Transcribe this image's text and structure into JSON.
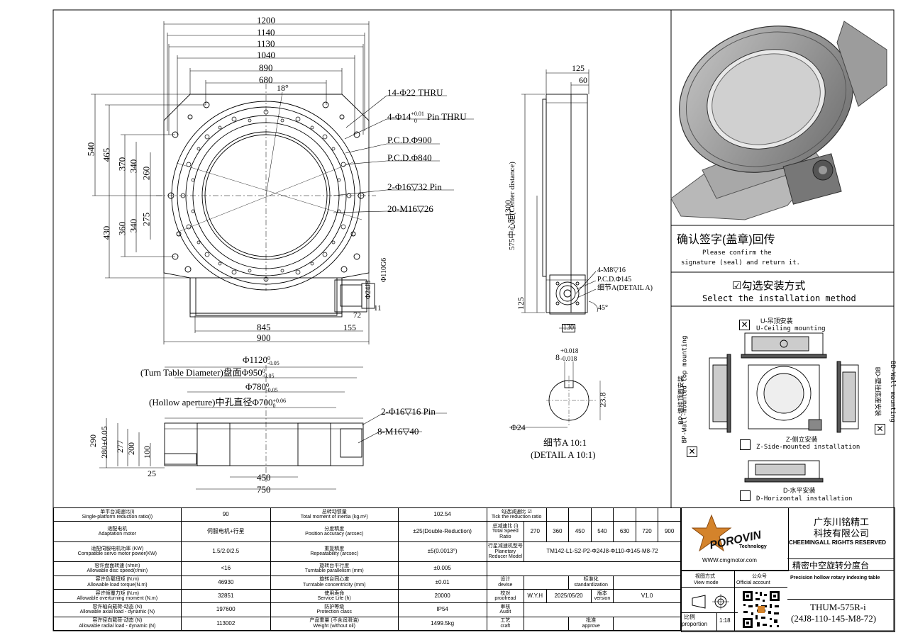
{
  "front_view": {
    "top_dims": [
      "1200",
      "1140",
      "1130",
      "1040",
      "890",
      "680"
    ],
    "angle": "18°",
    "left_dims_upper": [
      "540",
      "465",
      "370",
      "340",
      "260"
    ],
    "left_dims_lower": [
      "430",
      "360",
      "340",
      "275"
    ],
    "bottom_dims": [
      "845",
      "900"
    ],
    "right_bottom_dim": "155",
    "motor_dims": [
      "Φ110G6",
      "Φ24J8",
      "72",
      "11"
    ],
    "callouts": [
      "14-Φ22 THRU",
      "4-Φ14",
      "+0.01",
      "0",
      "Pin THRU",
      "P.C.D.Φ900",
      "P.C.D.Φ840",
      "2-Φ16▽32 Pin",
      "20-M16▽26"
    ]
  },
  "side_view": {
    "top_dims": [
      "125",
      "60"
    ],
    "height_dim": "1300",
    "center_dim": "575中心距(Center distance)",
    "bottom_dim": "125",
    "width_dim": "130",
    "angle": "45°",
    "callouts": [
      "4-M8▽16",
      "P.C.D.Φ145",
      "细节A(DETAIL A)"
    ]
  },
  "section_view": {
    "dim1": "Φ1120",
    "dim1_tol": [
      "0",
      "-0.05"
    ],
    "dim2": "(Turn Table Diameter)盘面Φ950",
    "dim2_tol": [
      "0",
      "-0.05"
    ],
    "dim3": "Φ780",
    "dim3_tol": [
      "0",
      "-0.05"
    ],
    "dim4": "(Hollow aperture)中孔直径Φ700",
    "dim4_tol": [
      "+0.06",
      "0"
    ],
    "left_dims": [
      "290",
      "280±0.05",
      "277",
      "200",
      "100",
      "25"
    ],
    "bottom_dims": [
      "450",
      "750"
    ],
    "callouts": [
      "2-Φ16▽16 Pin",
      "8-M16▽40"
    ]
  },
  "detail": {
    "tol_upper": "+0.018",
    "tol_value": "8",
    "tol_lower": "-0.018",
    "height": "23.8",
    "diameter": "Φ24",
    "caption_cn": "细节A 10:1",
    "caption_en": "(DETAIL A 10:1)"
  },
  "confirm": {
    "title": "确认签字(盖章)回传",
    "text_en_1": "Please confirm the",
    "text_en_2": "signature (seal) and return it."
  },
  "install": {
    "title_cn": "勾选安装方式",
    "title_en": "Select the installation method",
    "check_mark": "☑",
    "u_cn": "U-吊顶安装",
    "u_en": "U-Ceiling mounting",
    "u_checked": "✕",
    "bp_cn": "BP-墙挂顶面安装",
    "bp_en": "BP-Wall-mounted top mounting",
    "bp_checked": "✕",
    "bd_cn": "BD-壁挂底座安装",
    "bd_en": "BD-Wall mounting",
    "bd_checked": "✕",
    "z_cn": "Z-侧立安装",
    "z_en": "Z-Side-mounted installation",
    "d_cn": "D-水平安装",
    "d_en": "D-Horizontal installation"
  },
  "spec_table": {
    "rows": [
      [
        "单平台减速比(i)",
        "Single-platform reduction ratio(i)",
        "90",
        "总转动惯量",
        "Total moment of inertia (kg.m²)",
        "102.54"
      ],
      [
        "适配电机",
        "Adaptation motor",
        "伺服电机+行星",
        "分度精度",
        "Position accuracy (arcsec)",
        "±25(Double-Reduction)"
      ],
      [
        "适配伺服电机功率 (KW)",
        "Compatible servo motor power(KW)",
        "1.5/2.0/2.5",
        "重复精度",
        "Repeatability (arcsec)",
        "±5(0.0013°)"
      ],
      [
        "容许盘面转速 (r/min)",
        "Allowable disc speed(r/min)",
        "<16",
        "旋转台平行度",
        "Turntable parallelism (mm)",
        "±0.005"
      ],
      [
        "容许负载扭矩 (N.m)",
        "Allowable load torque(N.m)",
        "46930",
        "旋转台同心度",
        "Turntable concentricity (mm)",
        "±0.01"
      ],
      [
        "容许倾覆力矩 (N.m)",
        "Allowable overturning moment (N.m)",
        "32851",
        "使用寿命",
        "Service Life (h)",
        "20000"
      ],
      [
        "容许轴向载荷-动态 (N)",
        "Allowable axial load - dynamic (N)",
        "197600",
        "防护等级",
        "Protection class",
        "IP54"
      ],
      [
        "容许径向载荷-动态 (N)",
        "Allowable radial load - dynamic (N)",
        "113002",
        "产品重量 (不含润滑油)",
        "Weight (without oil)",
        "1499.5kg"
      ]
    ]
  },
  "ratio_block": {
    "tick_cn": "勾选减速比",
    "tick_mark": "☑",
    "tick_en": "Tick the reduction ratio",
    "total_cn": "总减速比 (i)",
    "total_en": "Total Speed Ratio",
    "ratios": [
      "270",
      "360",
      "450",
      "540",
      "630",
      "720",
      "900"
    ],
    "planetary_cn": "行星减速机型号",
    "planetary_en": "Planetary Reducer Model",
    "planetary_model": "TM142-L1-S2-P2-Φ24J8-Φ110-Φ145-M8-72",
    "devise_cn": "设计",
    "devise_en": "devise",
    "standard_cn": "标准化",
    "standard_en": "standardization",
    "proofread_cn": "校对",
    "proofread_en": "proofread",
    "proofreader": "W.Y.H",
    "date": "2025/05/20",
    "version_cn": "版本",
    "version_en": "version",
    "version": "V1.0",
    "audit_cn": "审核",
    "audit_en": "Audit",
    "craft_cn": "工艺",
    "craft_en": "craft",
    "approve_cn": "批准",
    "approve_en": "approve"
  },
  "company": {
    "logo_text": "POROVIN",
    "logo_sub": "Technology",
    "website": "WWW.cmgmotor.com",
    "name_cn_1": "广东川铭精工",
    "name_cn_2": "科技有限公司",
    "rights": "CHEEMINGALL RIGHTS RESERVED",
    "product_cn": "精密中空旋转分度台",
    "product_en": "Precision hollow rotary indexing table",
    "view_cn": "视图方式",
    "view_en": "View mode",
    "account_cn": "公众号",
    "account_en": "Official account",
    "scale_cn": "比例",
    "scale_en": "proportion",
    "scale": "1:18",
    "model": "THUM-575R-i",
    "model_code": "(24J8-110-145-M8-72)"
  }
}
